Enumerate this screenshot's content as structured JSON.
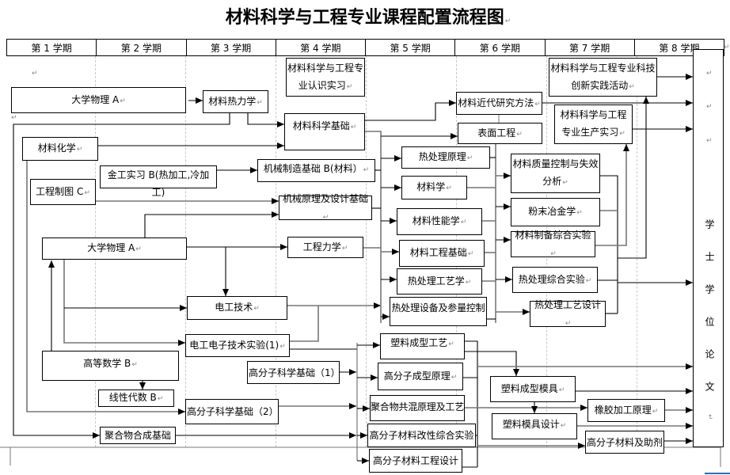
{
  "title": "材料科学与工程专业课程配置流程图",
  "semesters": [
    "第 1 学期",
    "第 2 学期",
    "第 3 学期",
    "第 4 学期",
    "第 5 学期",
    "第 6 学期",
    "第 7 学期",
    "第 8 学期"
  ],
  "courses": {
    "c01": "材料科学与工程专业认识实习",
    "c02": "材料科学与工程专业科技创新实践活动",
    "c03": "大学物理 A",
    "c04": "材料热力学",
    "c05": "材料科学基础",
    "c06": "材料近代研究方法",
    "c07": "表面工程",
    "c08": "材料科学与工程专业生产实习",
    "c09": "材料化学",
    "c10": "金工实习 B(热加工,冷加工)",
    "c11": "机械制造基础 B(材料）",
    "c12": "热处理原理",
    "c13": "工程制图 C",
    "c14": "材料学",
    "c15": "材料质量控制与失效分析",
    "c16": "机械原理及设计基础",
    "c17": "材料性能学",
    "c18": "粉末冶金学",
    "c19": "大学物理 A",
    "c20": "工程力学",
    "c21": "材料工程基础",
    "c22": "材料制备综合实验",
    "c23": "热处理工艺学",
    "c24": "热处理综合实验",
    "c25": "电工技术",
    "c26": "热处理设备及参量控制",
    "c27": "热处理工艺设计",
    "c28": "电工电子技术实验(1)",
    "c29": "高等数学 B",
    "c30": "塑料成型工艺",
    "c31": "高分子科学基础（1）",
    "c32": "高分子成型原理",
    "c33": "线性代数 B",
    "c34": "塑料成型模具",
    "c35": "高分子科学基础（2）",
    "c36": "聚合物共混原理及工艺",
    "c37": "橡胶加工原理",
    "c38": "塑料模具设计",
    "c39": "聚合物合成基础",
    "c40": "高分子材料改性综合实验",
    "c41": "高分子材料及助剂",
    "c42": "高分子材料工程设计"
  },
  "thesis": "学士学位论文",
  "para_mark": "↵"
}
